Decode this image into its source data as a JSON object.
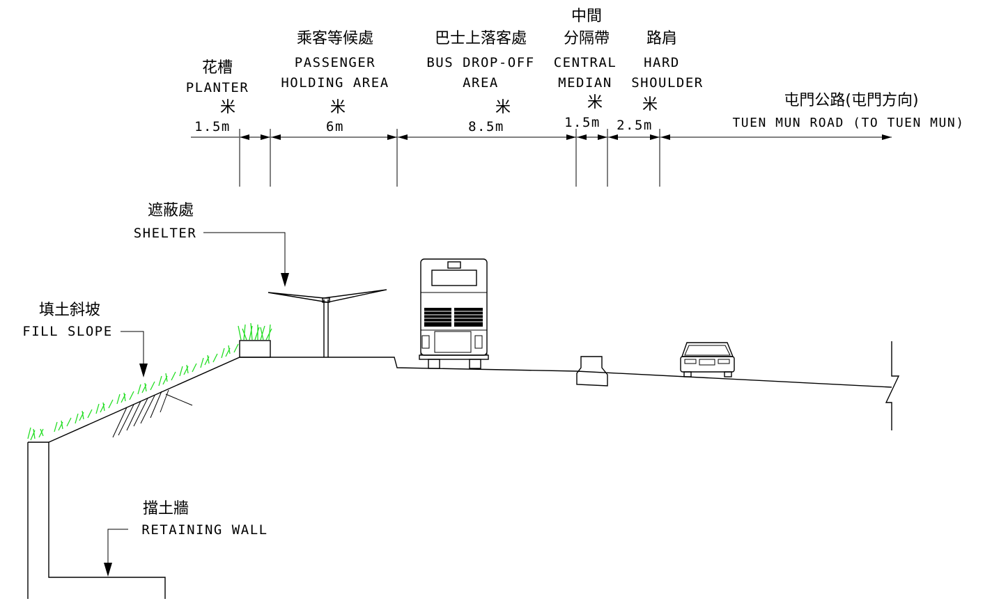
{
  "dimensions": [
    {
      "zh": "花槽",
      "en_lines": [
        "PLANTER"
      ],
      "unit": "米",
      "value": "1.5m"
    },
    {
      "zh": "乘客等候處",
      "en_lines": [
        "PASSENGER",
        "HOLDING AREA"
      ],
      "unit": "米",
      "value": "6m"
    },
    {
      "zh": "巴士上落客處",
      "en_lines": [
        "BUS DROP-OFF",
        "AREA"
      ],
      "unit": "米",
      "value": "8.5m"
    },
    {
      "zh_lines": [
        "中間",
        "分隔帶"
      ],
      "en_lines": [
        "CENTRAL",
        "MEDIAN"
      ],
      "unit": "米",
      "value": "1.5m"
    },
    {
      "zh": "路肩",
      "en_lines": [
        "HARD",
        "SHOULDER"
      ],
      "unit": "米",
      "value": "2.5m"
    },
    {
      "zh": "屯門公路(屯門方向)",
      "en_lines": [
        "TUEN MUN ROAD (TO TUEN MUN)"
      ]
    }
  ],
  "callouts": {
    "shelter": {
      "zh": "遮蔽處",
      "en": "SHELTER"
    },
    "fill_slope": {
      "zh": "填土斜坡",
      "en": "FILL SLOPE"
    },
    "retaining_wall": {
      "zh": "擋土牆",
      "en": "RETAINING WALL"
    }
  },
  "colors": {
    "line": "#000000",
    "vegetation": "#22dd22",
    "background": "#ffffff"
  }
}
